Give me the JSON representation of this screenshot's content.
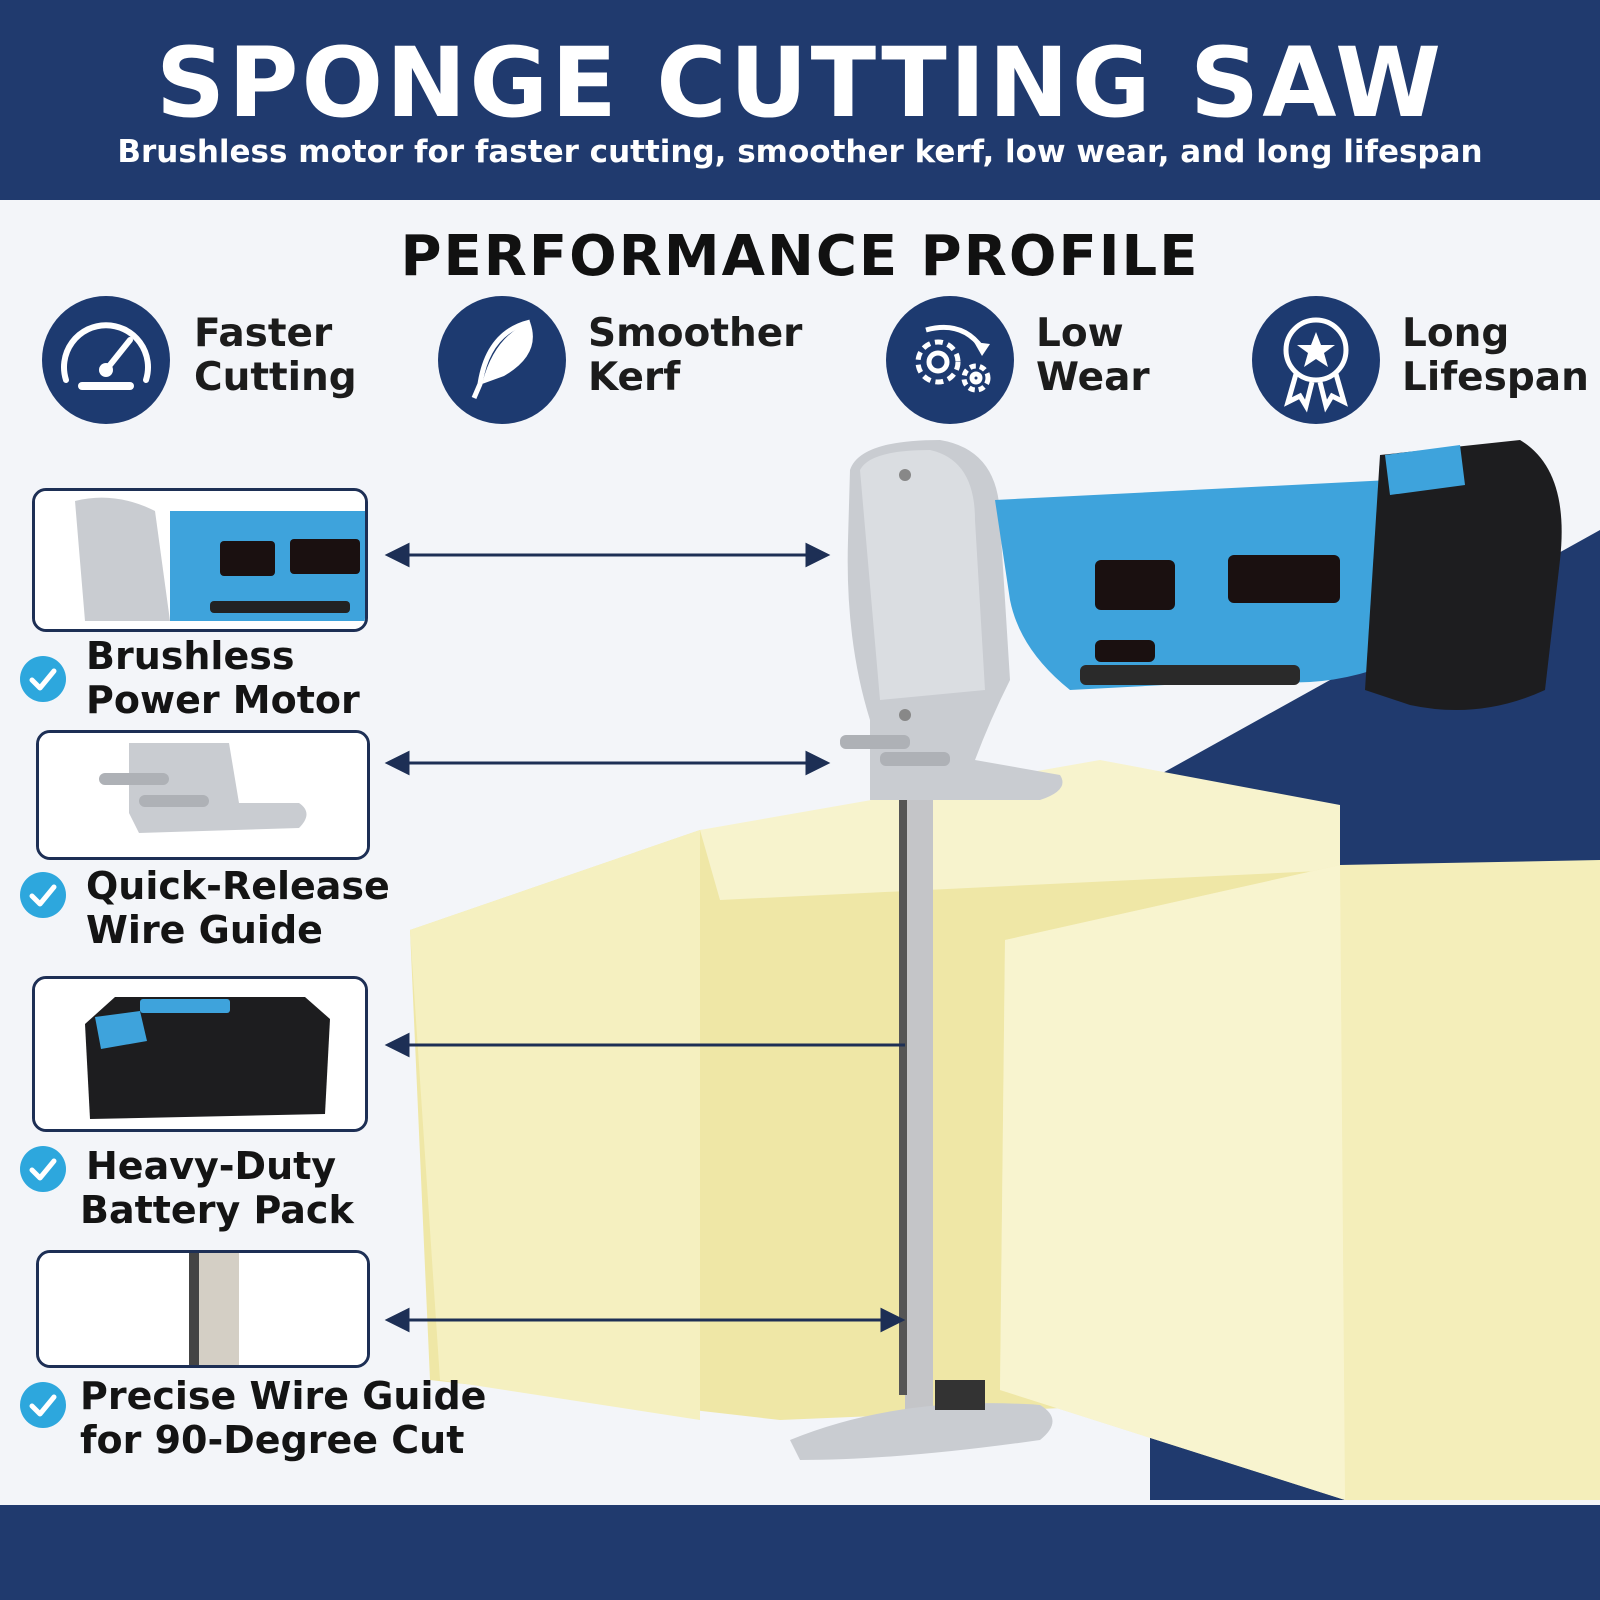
{
  "header": {
    "title": "SPONGE CUTTING SAW",
    "subtitle": "Brushless motor for faster cutting, smoother kerf, low wear, and long lifespan"
  },
  "section_title": "PERFORMANCE PROFILE",
  "features": [
    {
      "icon": "speedometer-icon",
      "line1": "Faster",
      "line2": "Cutting"
    },
    {
      "icon": "feather-icon",
      "line1": "Smoother",
      "line2": "Kerf"
    },
    {
      "icon": "gears-icon",
      "line1": "Low",
      "line2": "Wear"
    },
    {
      "icon": "award-medal-icon",
      "line1": "Long",
      "line2": "Lifespan"
    }
  ],
  "details": [
    {
      "line1": "Brushless",
      "line2": "Power Motor"
    },
    {
      "line1": "Quick-Release",
      "line2": "Wire Guide"
    },
    {
      "line1": "Heavy-Duty",
      "line2": "Battery Pack"
    },
    {
      "line1": "Precise Wire Guide",
      "line2": "for 90-Degree Cut"
    }
  ],
  "colors": {
    "navy": "#203a6e",
    "tool_blue": "#3ea3dc",
    "check_blue": "#2da7dd",
    "foam_yellow": "#f3eeb5",
    "silver": "#c9ccd1"
  }
}
